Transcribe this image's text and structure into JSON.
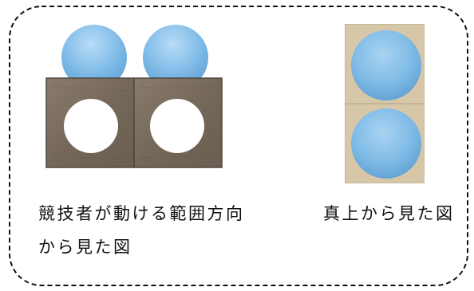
{
  "captions": {
    "side_view_line1": "競技者が動ける範囲方向",
    "side_view_line2": "から見た図",
    "top_view": "真上から見た図"
  },
  "colors": {
    "frame_border": "#111111",
    "wood": "#7d6f60",
    "ball": "#7cb8e4",
    "ball_highlight": "#a9d3f2",
    "top_board": "#d6c7a8"
  },
  "icons": {
    "side_view": "two-balls-on-square-frames-photo",
    "top_view": "two-balls-from-above-photo"
  }
}
